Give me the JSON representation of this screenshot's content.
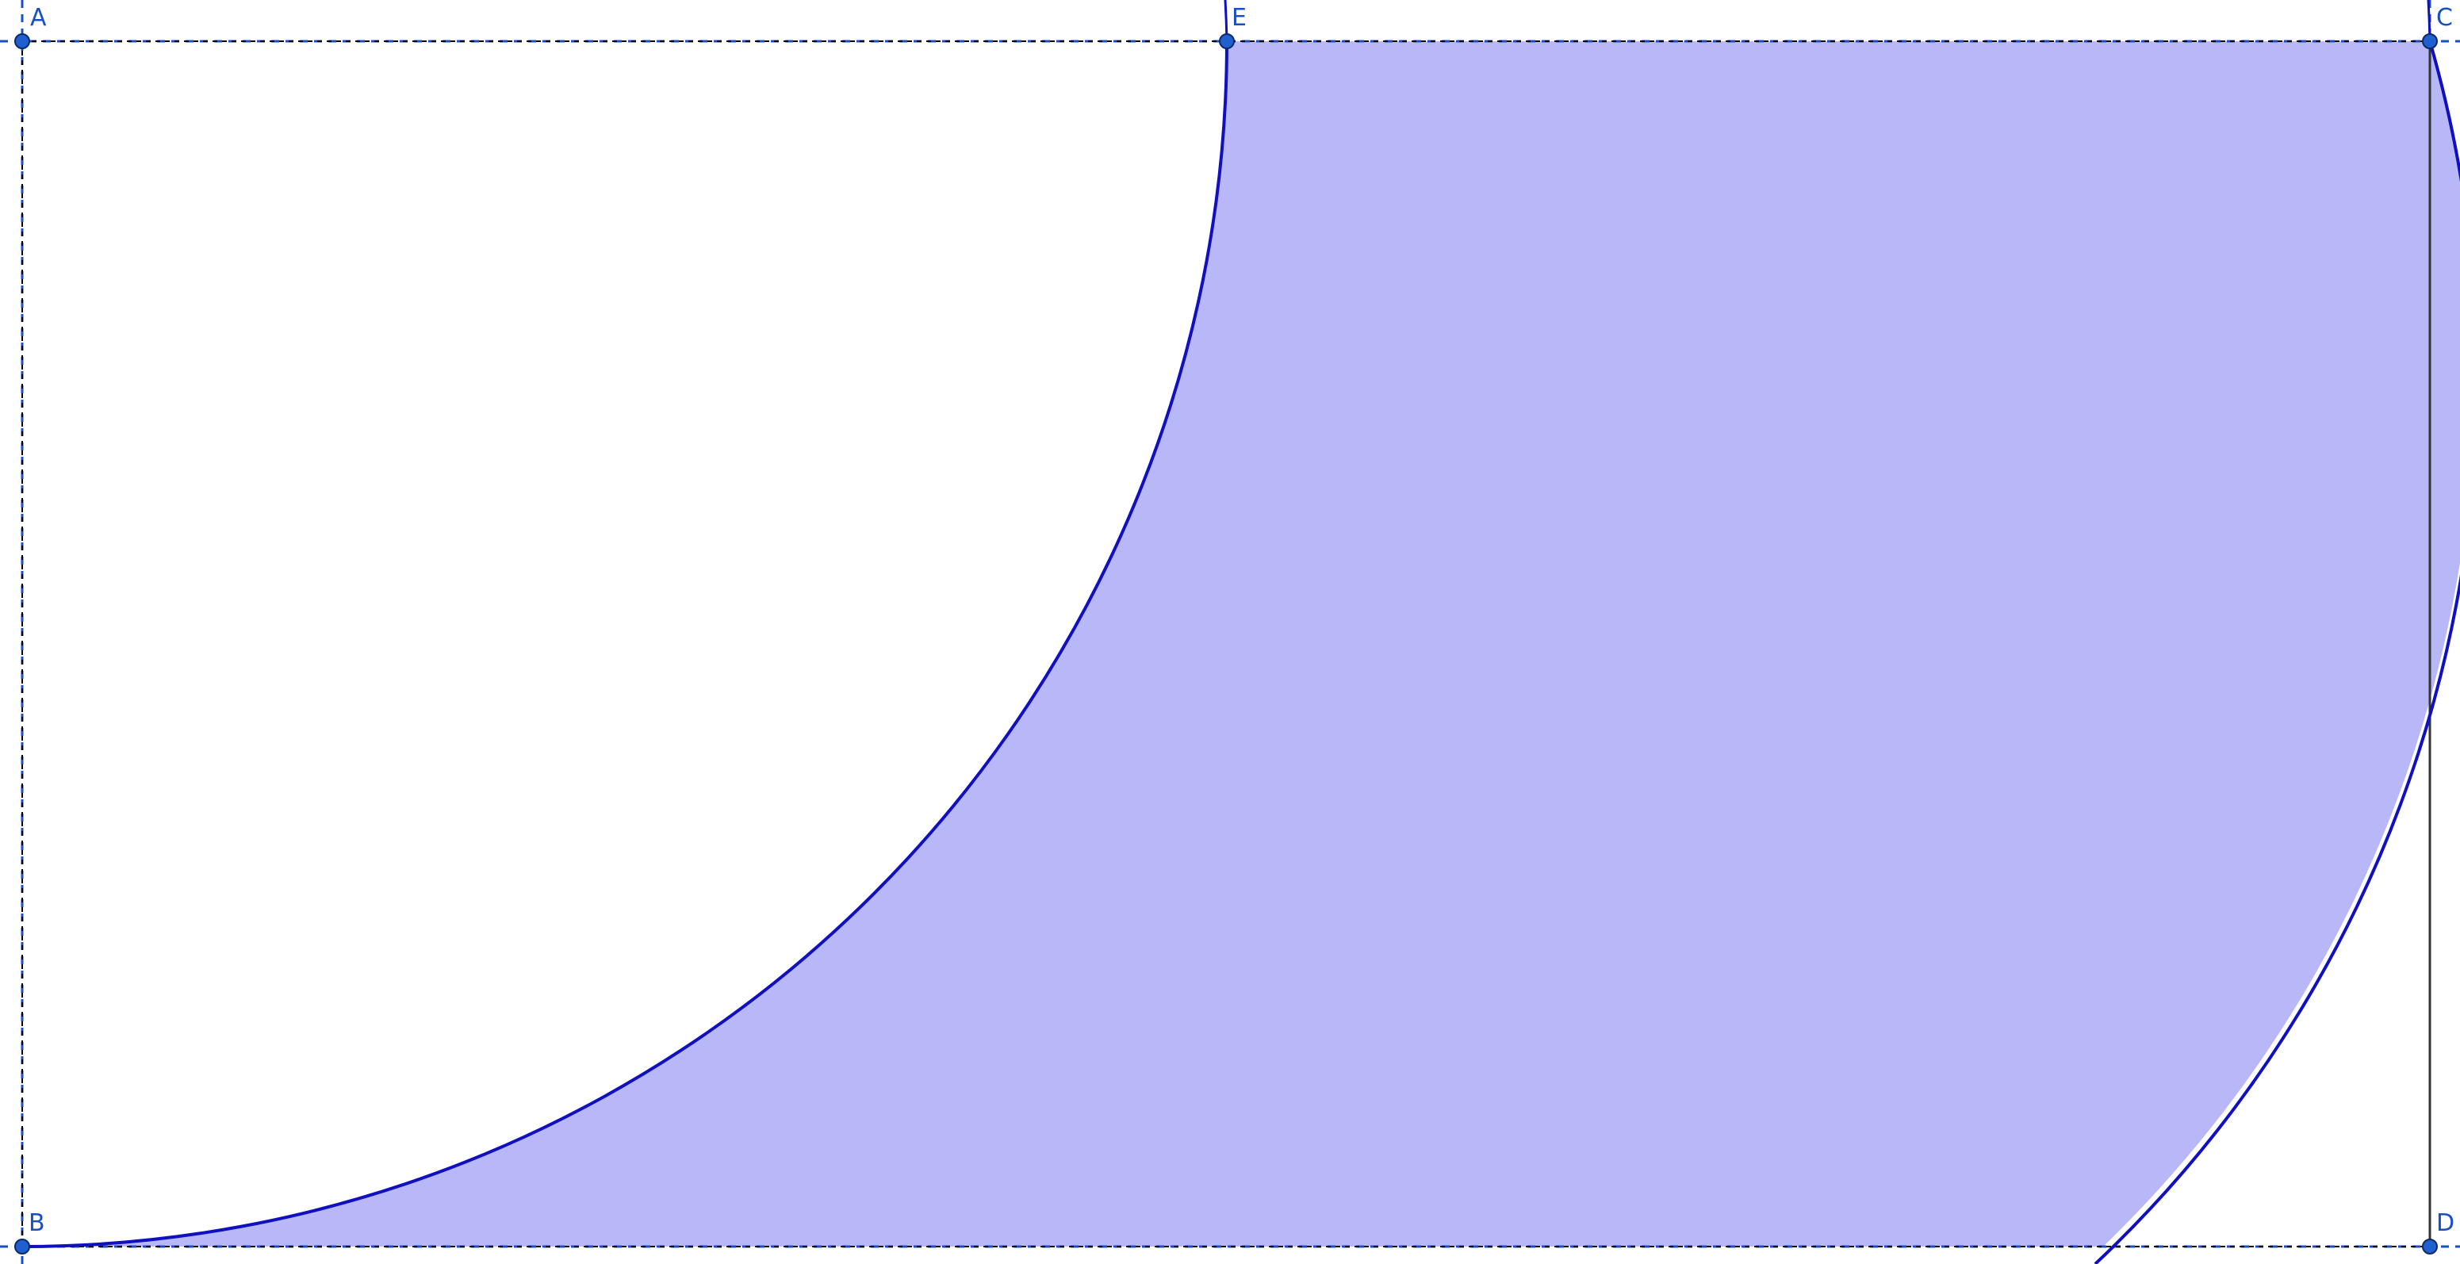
{
  "diagram": {
    "points": {
      "A": {
        "label": "A"
      },
      "E": {
        "label": "E"
      },
      "C": {
        "label": "C"
      },
      "B": {
        "label": "B"
      },
      "D": {
        "label": "D"
      }
    },
    "colors": {
      "fill": "#b8b8f8",
      "arc_stroke": "#1010c0",
      "edge_stroke": "#000000",
      "construction": "#1a4fc4",
      "point_fill": "#1f5fcf",
      "point_stroke": "#0b2a66",
      "label": "#1a4fc4",
      "right_edge": "#333333"
    }
  }
}
